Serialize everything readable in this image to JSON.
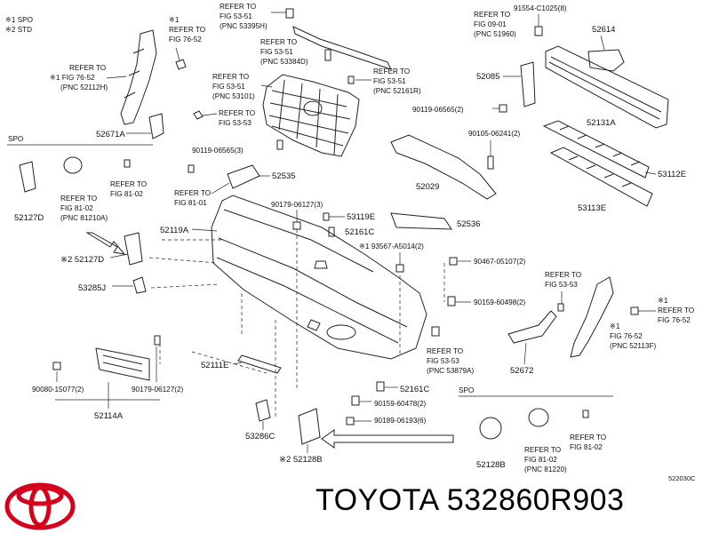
{
  "legend": {
    "line1": "※1 SPO",
    "line2": "※2 STD"
  },
  "labels": {
    "ref_top_left": [
      "※1",
      "REFER TO",
      "FIG 76-52"
    ],
    "ref_fig7652_left": [
      "REFER TO",
      "※1 FIG 76-52",
      "(PNC 52112H)"
    ],
    "ref_5353_left": [
      "REFER TO",
      "FIG 53-53"
    ],
    "ref_5351_5395h": [
      "REFER TO",
      "FIG 53-51",
      "(PNC 53395H)"
    ],
    "ref_5351_5384d": [
      "REFER TO",
      "FIG 53-51",
      "(PNC 53384D)"
    ],
    "ref_5351_53101": [
      "REFER TO",
      "FIG 53-51",
      "(PNC 53101)"
    ],
    "ref_5351_52161r": [
      "REFER TO",
      "FIG 53-51",
      "(PNC 52161R)"
    ],
    "ref_0901": [
      "REFER TO",
      "FIG 09-01",
      "(PNC 51960)"
    ],
    "spo_left": "SPO",
    "ref_8102_left_a": [
      "REFER TO",
      "FIG 81-02",
      "(PNC 81210A)"
    ],
    "ref_8102_left_b": [
      "REFER TO",
      "FIG 81-02"
    ],
    "ref_8101": [
      "REFER TO",
      "FIG 81-01"
    ],
    "ref_5353_right": [
      "REFER TO",
      "FIG 53-53"
    ],
    "ref_7652_right": [
      "※1",
      "REFER TO",
      "FIG 76-52"
    ],
    "ref_7652_right_b": [
      "※1",
      "FIG 76-52",
      "(PNC 52113F)"
    ],
    "ref_5353_5387": [
      "REFER TO",
      "FIG 53-53",
      "(PNC 53879A)"
    ],
    "spo_right": "SPO",
    "ref_8102_right_a": [
      "REFER TO",
      "FIG 81-02",
      "(PNC 81220)"
    ],
    "ref_8102_right_b": [
      "REFER TO",
      "FIG 81-02"
    ],
    "code": "522030C"
  },
  "part_numbers": {
    "p91554": "91554-C1025(8)",
    "p52614": "52614",
    "p52085": "52085",
    "p90119a": "90119-06565(2)",
    "p52131a": "52131A",
    "p90105": "90105-06241(2)",
    "p53112e": "53112E",
    "p53113e": "53113E",
    "p52671a": "52671A",
    "p90119b": "90119-06565(3)",
    "p52535": "52535",
    "p52029": "52029",
    "p52127d": "52127D",
    "p52119a": "52119A",
    "p90179a": "90179-06127(3)",
    "p53119e": "53119E",
    "p52161c_top": "52161C",
    "p52536": "52536",
    "p93567": "※1 93567-A5014(2)",
    "p52127d2": "※2 52127D",
    "p90467": "90467-05107(2)",
    "p53285j": "53285J",
    "p90159a": "90159-60498(2)",
    "p52672": "52672",
    "p52111e": "52111E",
    "p90080": "90080-15077(2)",
    "p90179b": "90179-06127(2)",
    "p52161c_bot": "52161C",
    "p90159b": "90159-60478(2)",
    "p90189": "90189-06193(6)",
    "p52114a": "52114A",
    "p53286c": "53286C",
    "p52128b_left": "※2 52128B",
    "p52128b_right": "52128B"
  },
  "footer": {
    "title": "TOYOTA 532860R903",
    "brand": "TOYOTA",
    "logo_icon": "toyota-logo-icon",
    "logo_color": "#d6001c"
  }
}
